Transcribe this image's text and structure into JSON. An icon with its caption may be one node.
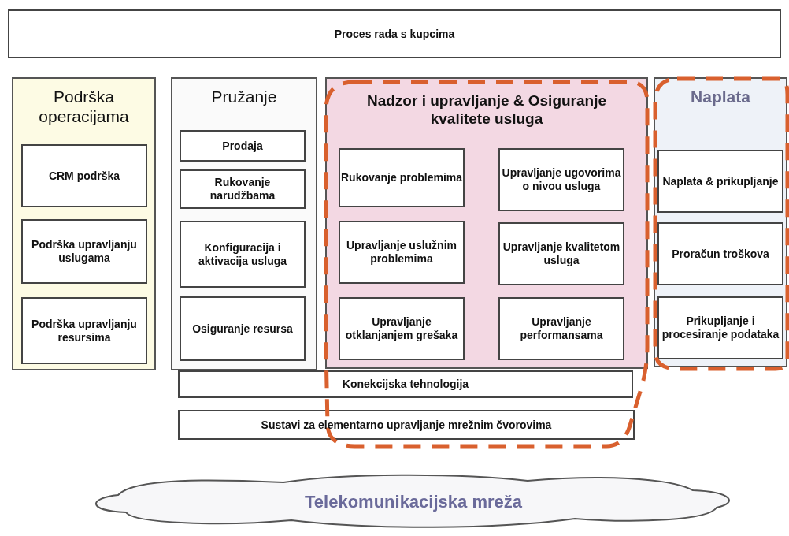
{
  "diagram": {
    "nodes": [
      {
        "text": [
          "Proces rada s kupcima"
        ]
      },
      {
        "text": [
          "Podrška operacijama"
        ]
      },
      {
        "text": [
          "CRM podrška"
        ],
        "in": 1
      },
      {
        "text": [
          "Podrška upravljanju uslugama"
        ],
        "in": 1
      },
      {
        "text": [
          "Podrška upravljanju resursima"
        ],
        "in": 1
      },
      {
        "text": [
          "Pružanje"
        ]
      },
      {
        "text": [
          "Prodaja"
        ],
        "in": 5
      },
      {
        "text": [
          "Rukovanje narudžbama"
        ],
        "in": 5
      },
      {
        "text": [
          "Konfiguracija i aktivacija usluga"
        ],
        "in": 5
      },
      {
        "text": [
          "Osiguranje resursa"
        ],
        "in": 5
      },
      {
        "text": [
          "Nadzor i upravljanje & Osiguranje kvalitete usluga"
        ]
      },
      {
        "text": [
          "Rukovanje problemima"
        ],
        "in": 10
      },
      {
        "text": [
          "Upravljanje ugovorima o nivou usluga"
        ],
        "in": 10
      },
      {
        "text": [
          "Upravljanje uslužnim problemima"
        ],
        "in": 10
      },
      {
        "text": [
          "Upravljanje kvalitetom usluga"
        ],
        "in": 10
      },
      {
        "text": [
          "Upravljanje otklanjanjem grešaka"
        ],
        "in": 10
      },
      {
        "text": [
          "Upravljanje performansama"
        ],
        "in": 10
      },
      {
        "text": [
          "Naplata"
        ]
      },
      {
        "text": [
          "Naplata & prikupljanje"
        ],
        "in": 17
      },
      {
        "text": [
          "Proračun troškova"
        ],
        "in": 17
      },
      {
        "text": [
          "Prikupljanje i procesiranje podataka"
        ],
        "in": 17
      },
      {
        "text": [
          "Konekcijska tehnologija"
        ]
      },
      {
        "text": [
          "Sustavi za elementarno upravljanje mrežnim čvorovima"
        ]
      },
      {
        "text": [
          "Telekomunikacijska mreža"
        ]
      }
    ],
    "edges": []
  }
}
